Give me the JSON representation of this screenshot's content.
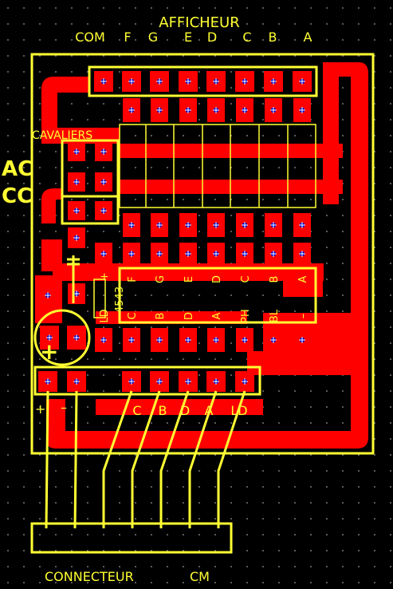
{
  "board": {
    "colors": {
      "background": "#000000",
      "copper": "#ff0000",
      "silkscreen": "#ffff33",
      "drill": "#0000cc"
    },
    "display_title": "AFFICHEUR",
    "display_pins": [
      "COM",
      "F",
      "G",
      "E",
      "D",
      "C",
      "B",
      "A"
    ],
    "jumpers_title": "CAVALIERS",
    "mode_labels": [
      "AC",
      "CC"
    ],
    "chip_name": "4543",
    "chip_top_pins": [
      "F",
      "G",
      "E",
      "D",
      "C",
      "B",
      "A"
    ],
    "chip_bottom_pins": [
      "LD",
      "C",
      "B",
      "D",
      "A",
      "PH",
      "BL",
      "–"
    ],
    "chip_side_pin": "+",
    "capacitor_polarity": "+",
    "header_labels": [
      "C",
      "B",
      "D",
      "A",
      "LD"
    ],
    "supply_labels": [
      "+",
      "–"
    ],
    "connector_title": "CONNECTEUR",
    "connector_sub": "CM"
  }
}
